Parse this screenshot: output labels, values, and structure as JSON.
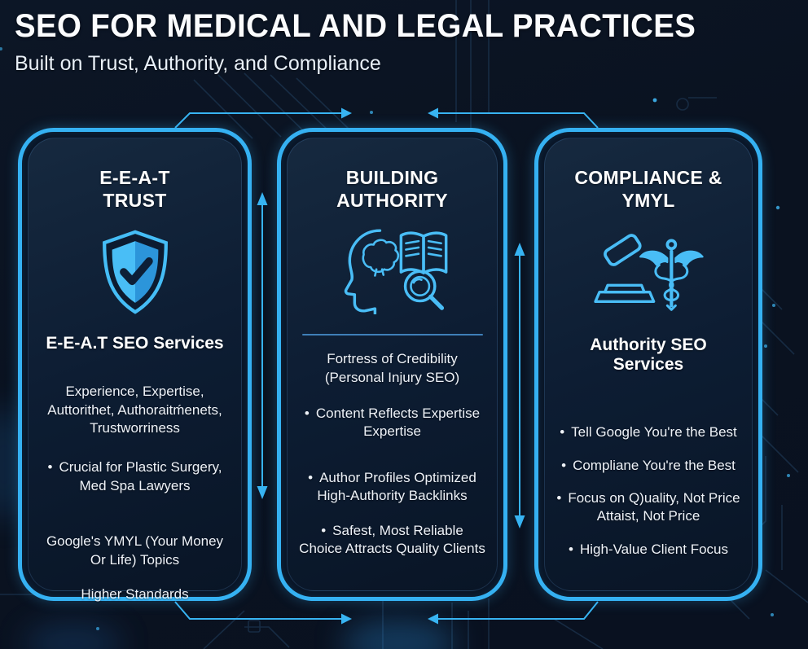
{
  "header": {
    "title": "SEO FOR MEDICAL AND LEGAL PRACTICES",
    "subtitle": "Built on Trust, Authority, and Compliance"
  },
  "colors": {
    "background": "#0a1220",
    "accent": "#35b1f2",
    "card_background": "#0d1d33",
    "icon_color": "#49bdf6",
    "text_primary": "#eef2f8"
  },
  "connectors": {
    "top_left_arrow": "right",
    "top_right_arrow": "left",
    "bottom_left_arrow": "right",
    "bottom_right_arrow": "left",
    "between_cards": "vertical-double-arrows"
  },
  "cards": [
    {
      "heading_line1": "E-E-A-T",
      "heading_line2": "TRUST",
      "icon": "shield-check-icon",
      "subheading": "E-E-A.T SEO Services",
      "items": [
        {
          "marker": "",
          "text": "Experience, Expertise, Auttorithet, Authoraitḿenets, Trustworriness"
        },
        {
          "marker": "•",
          "text": "Crucial for Plastic Surgery, Med Spa Lawyers"
        },
        {
          "marker": "",
          "text": "Google's YMYL (Your Money Or Life) Topics"
        },
        {
          "marker": "",
          "text": "Higher Standards"
        }
      ]
    },
    {
      "heading_line1": "BUILDING",
      "heading_line2": "AUTHORITY",
      "icon": "head-knowledge-search-icon",
      "subheading": "",
      "items": [
        {
          "marker": "",
          "text": "Fortress of Credibility (Personal Injury SEO)"
        },
        {
          "marker": "•",
          "text": "Content Reflects Expertise Expertise"
        },
        {
          "marker": "•",
          "text": "Author Profiles Optimized High-Authority Backlinks"
        },
        {
          "marker": "•",
          "text": "Safest, Most Reliable Choice Attracts Quality Clients"
        }
      ]
    },
    {
      "heading_line1": "COMPLIANCE &",
      "heading_line2": "YMYL",
      "icon": "gavel-caduceus-icon",
      "subheading": "Authority SEO Services",
      "items": [
        {
          "marker": "•",
          "text": "Tell Google You're the Best"
        },
        {
          "marker": "•",
          "text": "Compliane You're the Best"
        },
        {
          "marker": "•",
          "text": "Focus on Q)uality, Not Price Attaist, Not Price"
        },
        {
          "marker": "•",
          "text": "High-Value Client Focus"
        }
      ]
    }
  ]
}
